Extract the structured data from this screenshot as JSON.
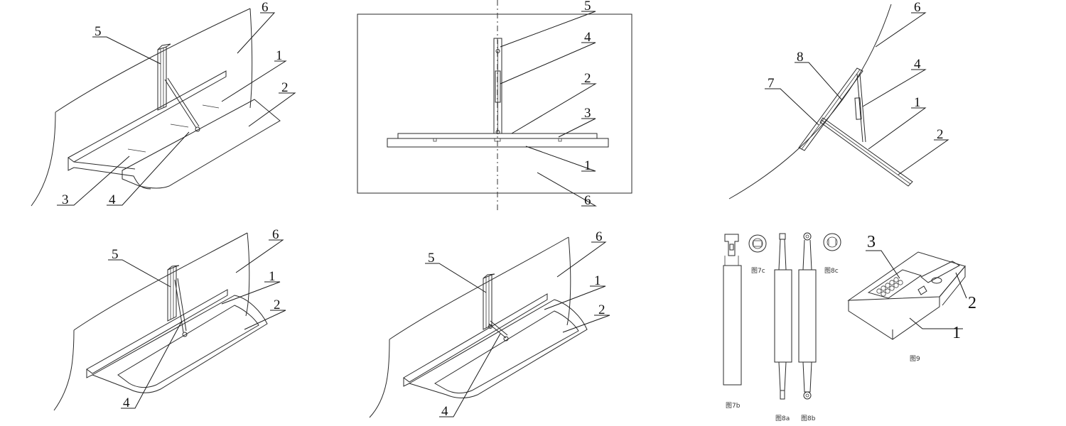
{
  "fig_top_left": {
    "n5": "5",
    "n6": "6",
    "n1": "1",
    "n2": "2",
    "n3": "3",
    "n4": "4"
  },
  "fig_top_mid": {
    "n5": "5",
    "n4": "4",
    "n2": "2",
    "n3": "3",
    "n1": "1",
    "n6": "6"
  },
  "fig_top_right": {
    "n6": "6",
    "n8": "8",
    "n4": "4",
    "n7": "7",
    "n1": "1",
    "n2": "2"
  },
  "fig_bot_left": {
    "n6": "6",
    "n5": "5",
    "n1": "1",
    "n2": "2",
    "n4": "4"
  },
  "fig_bot_mid": {
    "n6": "6",
    "n5": "5",
    "n1": "1",
    "n2": "2",
    "n4": "4"
  },
  "fig_parts": {
    "cap_7b": "图7b",
    "cap_7c": "图7c",
    "cap_8a": "图8a",
    "cap_8b": "图8b",
    "cap_8c": "图8c",
    "cap_9": "图9",
    "n3": "3",
    "n2": "2",
    "n1": "1"
  }
}
